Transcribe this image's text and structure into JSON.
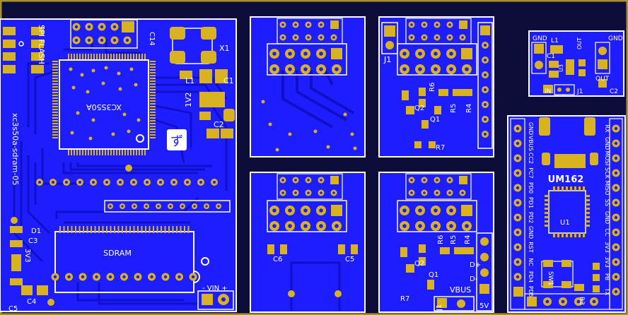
{
  "colors": {
    "board_frame": "#a98f2e",
    "background": "#0d0d3a",
    "copper": "#1d1dff",
    "trace": "#1010c8",
    "pad": "#d8b21f",
    "silk": "#ffffff"
  },
  "main_board": {
    "spi_flash": "SPI FLASH",
    "xtal": "X1",
    "fpga": "XC3S50A",
    "board_name": "xc3s50a-sdram-05",
    "sdram": "SDRAM",
    "vin": "- VIN +",
    "refs": {
      "c14": "C14",
      "l1": "L1",
      "c1": "C1",
      "u2": "1V2",
      "c2": "C2",
      "d1": "D1",
      "c3": "C3",
      "v33": "3V3",
      "c4": "C4",
      "c5": "C5"
    }
  },
  "mid_top_right": {
    "j1": "J1",
    "r6": "R6",
    "r5": "R5",
    "r4": "R4",
    "q2": "Q2",
    "q1": "Q1",
    "r7": "R7"
  },
  "mid_bottom_left": {
    "c6": "C6",
    "c5": "C5"
  },
  "mid_bottom_right": {
    "r6": "R6",
    "r5": "R5",
    "r4": "R4",
    "q2": "Q2",
    "q1": "Q1",
    "r7": "R7",
    "j1": "J1",
    "dplus": "D+",
    "dminus": "D-",
    "vbus": "VBUS",
    "v5": "5V"
  },
  "regulator_board": {
    "gnd_left": "GND",
    "l1": "L1",
    "gnd_right": "GND",
    "c1": "C1",
    "out": "OUT",
    "u3": "U3",
    "in": "IN",
    "j1": "J1",
    "out2": "OUT",
    "c2": "C2"
  },
  "um162_board": {
    "title": "UM162",
    "u1": "U1",
    "sw1": "SW1",
    "r3": "R3",
    "left_pins": [
      "GND",
      "VBUS",
      "CC2",
      "PC7",
      "PD0",
      "PD1",
      "PD2",
      "GND",
      "RST",
      "NC",
      "PD4",
      "PD5"
    ],
    "right_pins": [
      "RX",
      "GND",
      "MOSI",
      "SCK",
      "MISO",
      "SS",
      "GND",
      "CC",
      "3V3",
      "3V3",
      "PB",
      "TX"
    ]
  }
}
